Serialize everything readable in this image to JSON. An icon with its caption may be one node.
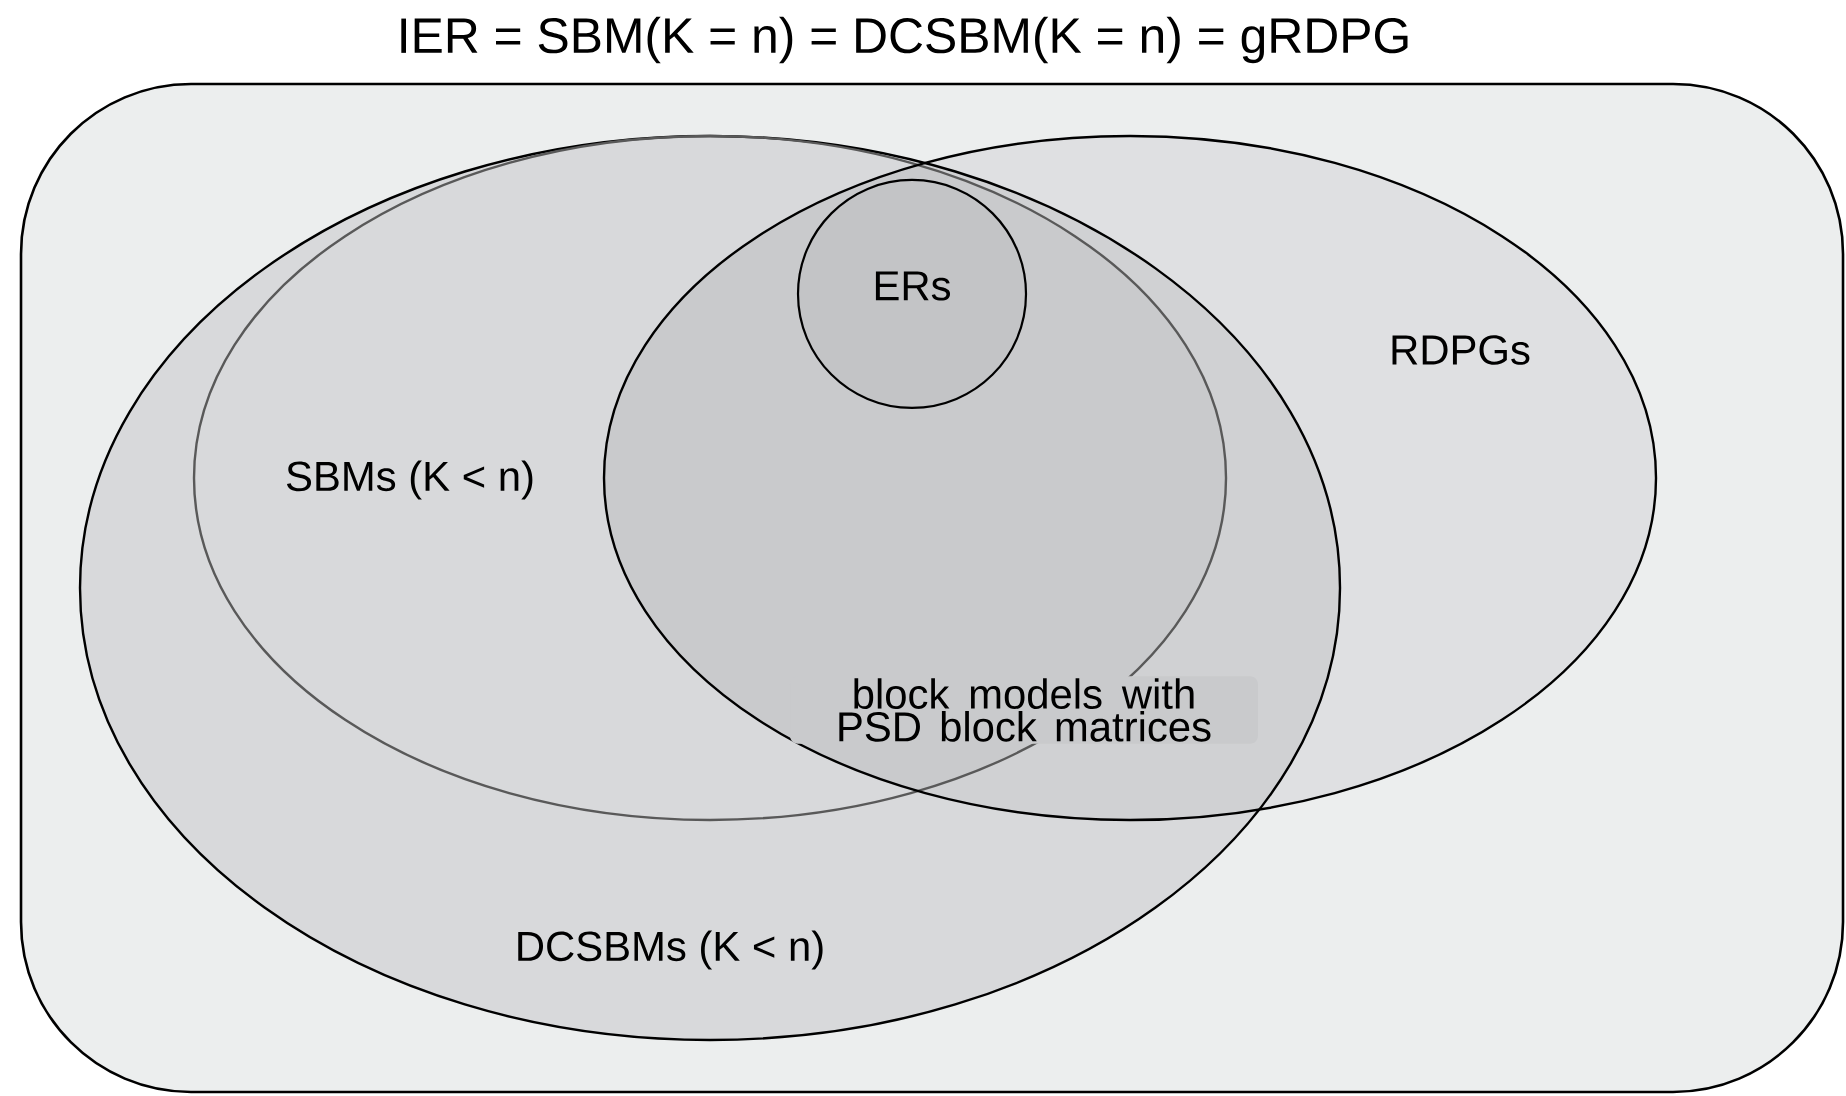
{
  "diagram": {
    "nodes": [
      {
        "text": [
          "IER = SBM(K = n) = DCSBM(K = n) = gRDPG"
        ]
      },
      {
        "text": [
          "DCSBMs (K < n)"
        ],
        "in": 0
      },
      {
        "text": [
          "SBMs (K < n)"
        ],
        "in": 1
      },
      {
        "text": [
          "RDPGs"
        ],
        "in": 0
      },
      {
        "text": [
          "ERs"
        ]
      }
    ],
    "labels": [
      "block models with PSD block matrices"
    ]
  }
}
